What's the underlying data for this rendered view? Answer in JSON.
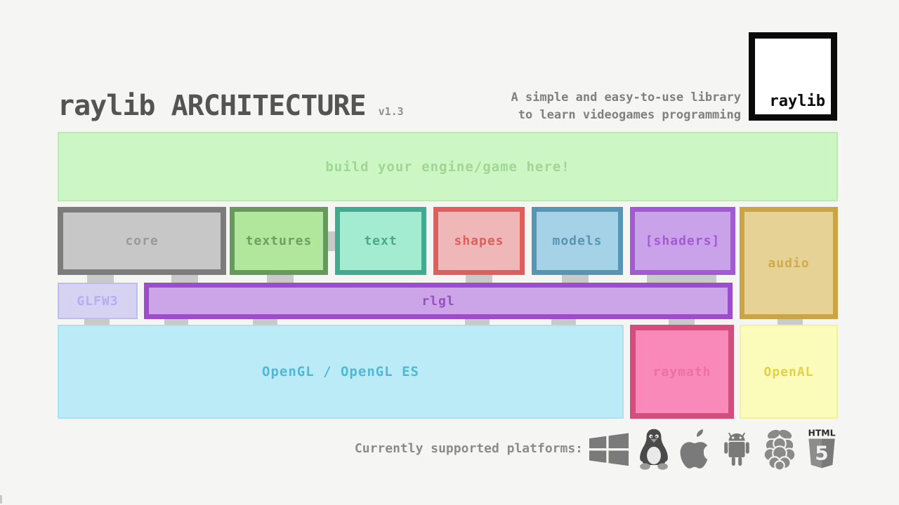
{
  "header": {
    "title": "raylib ARCHITECTURE",
    "version": "v1.3",
    "tagline_line1": "A simple and easy-to-use library",
    "tagline_line2": "to learn videogames programming",
    "logo_text": "raylib"
  },
  "banner": {
    "label": "build your engine/game here!"
  },
  "modules": [
    {
      "id": "core",
      "label": "core",
      "border": "#7c7c7c",
      "fill": "#c7c7c7",
      "text_color": "#999999"
    },
    {
      "id": "textures",
      "label": "textures",
      "border": "#68995c",
      "fill": "#b1e69d",
      "text_color": "#6f9e60"
    },
    {
      "id": "text",
      "label": "text",
      "border": "#43aa8f",
      "fill": "#a3ecd1",
      "text_color": "#48a98c"
    },
    {
      "id": "shapes",
      "label": "shapes",
      "border": "#df5e5e",
      "fill": "#efb7b7",
      "text_color": "#df5e5e"
    },
    {
      "id": "models",
      "label": "models",
      "border": "#5695b4",
      "fill": "#a6d2e7",
      "text_color": "#5695b4"
    },
    {
      "id": "shaders",
      "label": "[shaders]",
      "border": "#a25ad0",
      "fill": "#c9a2ea",
      "text_color": "#a25ad0"
    },
    {
      "id": "audio",
      "label": "audio",
      "border": "#cba446",
      "fill": "#e7d295",
      "text_color": "#d0aa4e"
    }
  ],
  "middle": {
    "glfw3": {
      "label": "GLFW3",
      "border": "#c0bcee",
      "fill": "#d5d2f2",
      "text_color": "#b3aef5"
    },
    "rlgl": {
      "label": "rlgl",
      "border": "#9d4ccb",
      "fill": "#cca5e9",
      "text_color": "#9a4fc0"
    }
  },
  "backend": {
    "opengl": {
      "label": "OpenGL / OpenGL ES",
      "border": "#aee1ef",
      "fill": "#bcebf8",
      "text_color": "#4eb9d6"
    },
    "raymath": {
      "label": "raymath",
      "border": "#d54d7d",
      "fill": "#f989b8",
      "text_color": "#ee6fa4"
    },
    "openal": {
      "label": "OpenAL",
      "border": "#f1f1a2",
      "fill": "#fcfcba",
      "text_color": "#e2d149"
    }
  },
  "platforms": {
    "label": "Currently supported platforms:",
    "icons": [
      "windows-icon",
      "linux-icon",
      "apple-icon",
      "android-icon",
      "raspberrypi-icon",
      "html5-icon"
    ],
    "html5_badge_text": "HTML",
    "html5_number": "5"
  },
  "colors": {
    "background": "#f5f5f4",
    "title": "#545454",
    "version": "#8f8f8f",
    "tagline": "#808080",
    "banner_fill": "#cdf6c5",
    "banner_border": "#bfe8b6",
    "banner_text": "#a0d694",
    "connector_gray": "#c9c9c9",
    "platforms_text": "#8b8b8b",
    "icon_gray": "#7a7a7a",
    "logo_black": "#0a0a0a"
  }
}
